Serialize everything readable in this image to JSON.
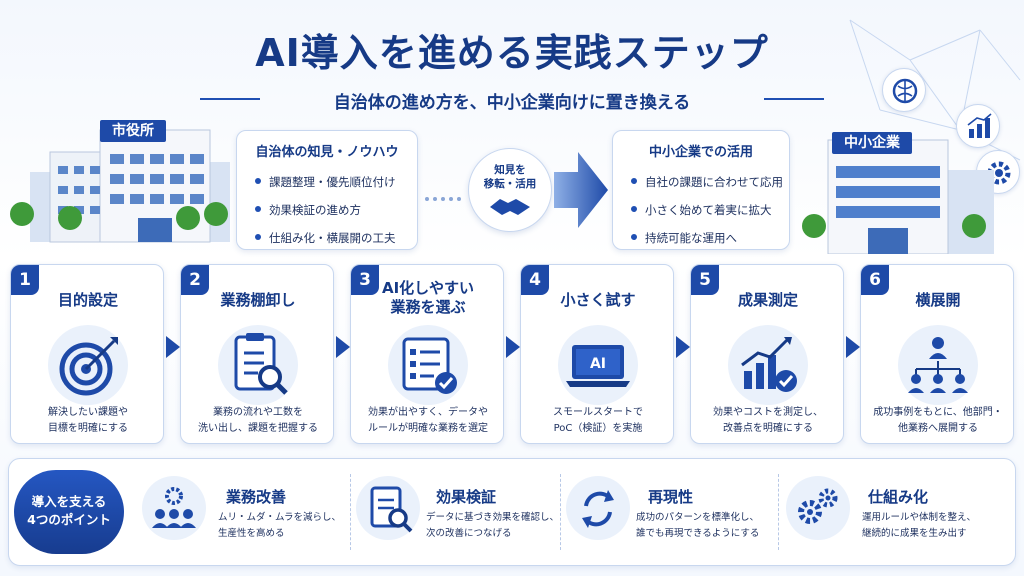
{
  "header": {
    "title": "AI導入を進める実践ステップ",
    "subtitle": "自治体の進め方を、中小企業向けに置き換える"
  },
  "buildings": {
    "left_sign": "市役所",
    "right_sign": "中小企業"
  },
  "left_box": {
    "title": "自治体の知見・ノウハウ",
    "items": [
      "課題整理・優先順位付け",
      "効果検証の進め方",
      "仕組み化・横展開の工夫"
    ]
  },
  "transfer": {
    "line1": "知見を",
    "line2": "移転・活用"
  },
  "right_box": {
    "title": "中小企業での活用",
    "items": [
      "自社の課題に合わせて応用",
      "小さく始めて着実に拡大",
      "持続可能な運用へ"
    ]
  },
  "steps": [
    {
      "num": "1",
      "title": "目的設定",
      "title2": "",
      "desc1": "解決したい課題や",
      "desc2": "目標を明確にする",
      "icon": "target-icon"
    },
    {
      "num": "2",
      "title": "業務棚卸し",
      "title2": "",
      "desc1": "業務の流れや工数を",
      "desc2": "洗い出し、課題を把握する",
      "icon": "clipboard-search-icon"
    },
    {
      "num": "3",
      "title": "AI化しやすい",
      "title2": "業務を選ぶ",
      "desc1": "効果が出やすく、データや",
      "desc2": "ルールが明確な業務を選定",
      "icon": "checklist-icon"
    },
    {
      "num": "4",
      "title": "小さく試す",
      "title2": "",
      "desc1": "スモールスタートで",
      "desc2": "PoC（検証）を実施",
      "icon": "laptop-ai-icon",
      "laptop_text": "AI"
    },
    {
      "num": "5",
      "title": "成果測定",
      "title2": "",
      "desc1": "効果やコストを測定し、",
      "desc2": "改善点を明確にする",
      "icon": "bar-chart-check-icon"
    },
    {
      "num": "6",
      "title": "横展開",
      "title2": "",
      "desc1": "成功事例をもとに、他部門・",
      "desc2": "他業務へ展開する",
      "icon": "org-network-icon"
    }
  ],
  "support": {
    "badge_line1": "導入を支える",
    "badge_line2": "4つのポイント",
    "points": [
      {
        "title": "業務改善",
        "desc1": "ムリ・ムダ・ムラを減らし、",
        "desc2": "生産性を高める",
        "icon": "team-gear-icon"
      },
      {
        "title": "効果検証",
        "desc1": "データに基づき効果を確認し、",
        "desc2": "次の改善につなげる",
        "icon": "clipboard-magnifier-icon"
      },
      {
        "title": "再現性",
        "desc1": "成功のパターンを標準化し、",
        "desc2": "誰でも再現できるようにする",
        "icon": "cycle-arrows-icon"
      },
      {
        "title": "仕組み化",
        "desc1": "運用ルールや体制を整え、",
        "desc2": "継続的に成果を生み出す",
        "icon": "gears-icon"
      }
    ]
  },
  "colors": {
    "primary": "#1e4aa8",
    "title": "#163a86",
    "accent_bg": "#eaf1fb"
  }
}
